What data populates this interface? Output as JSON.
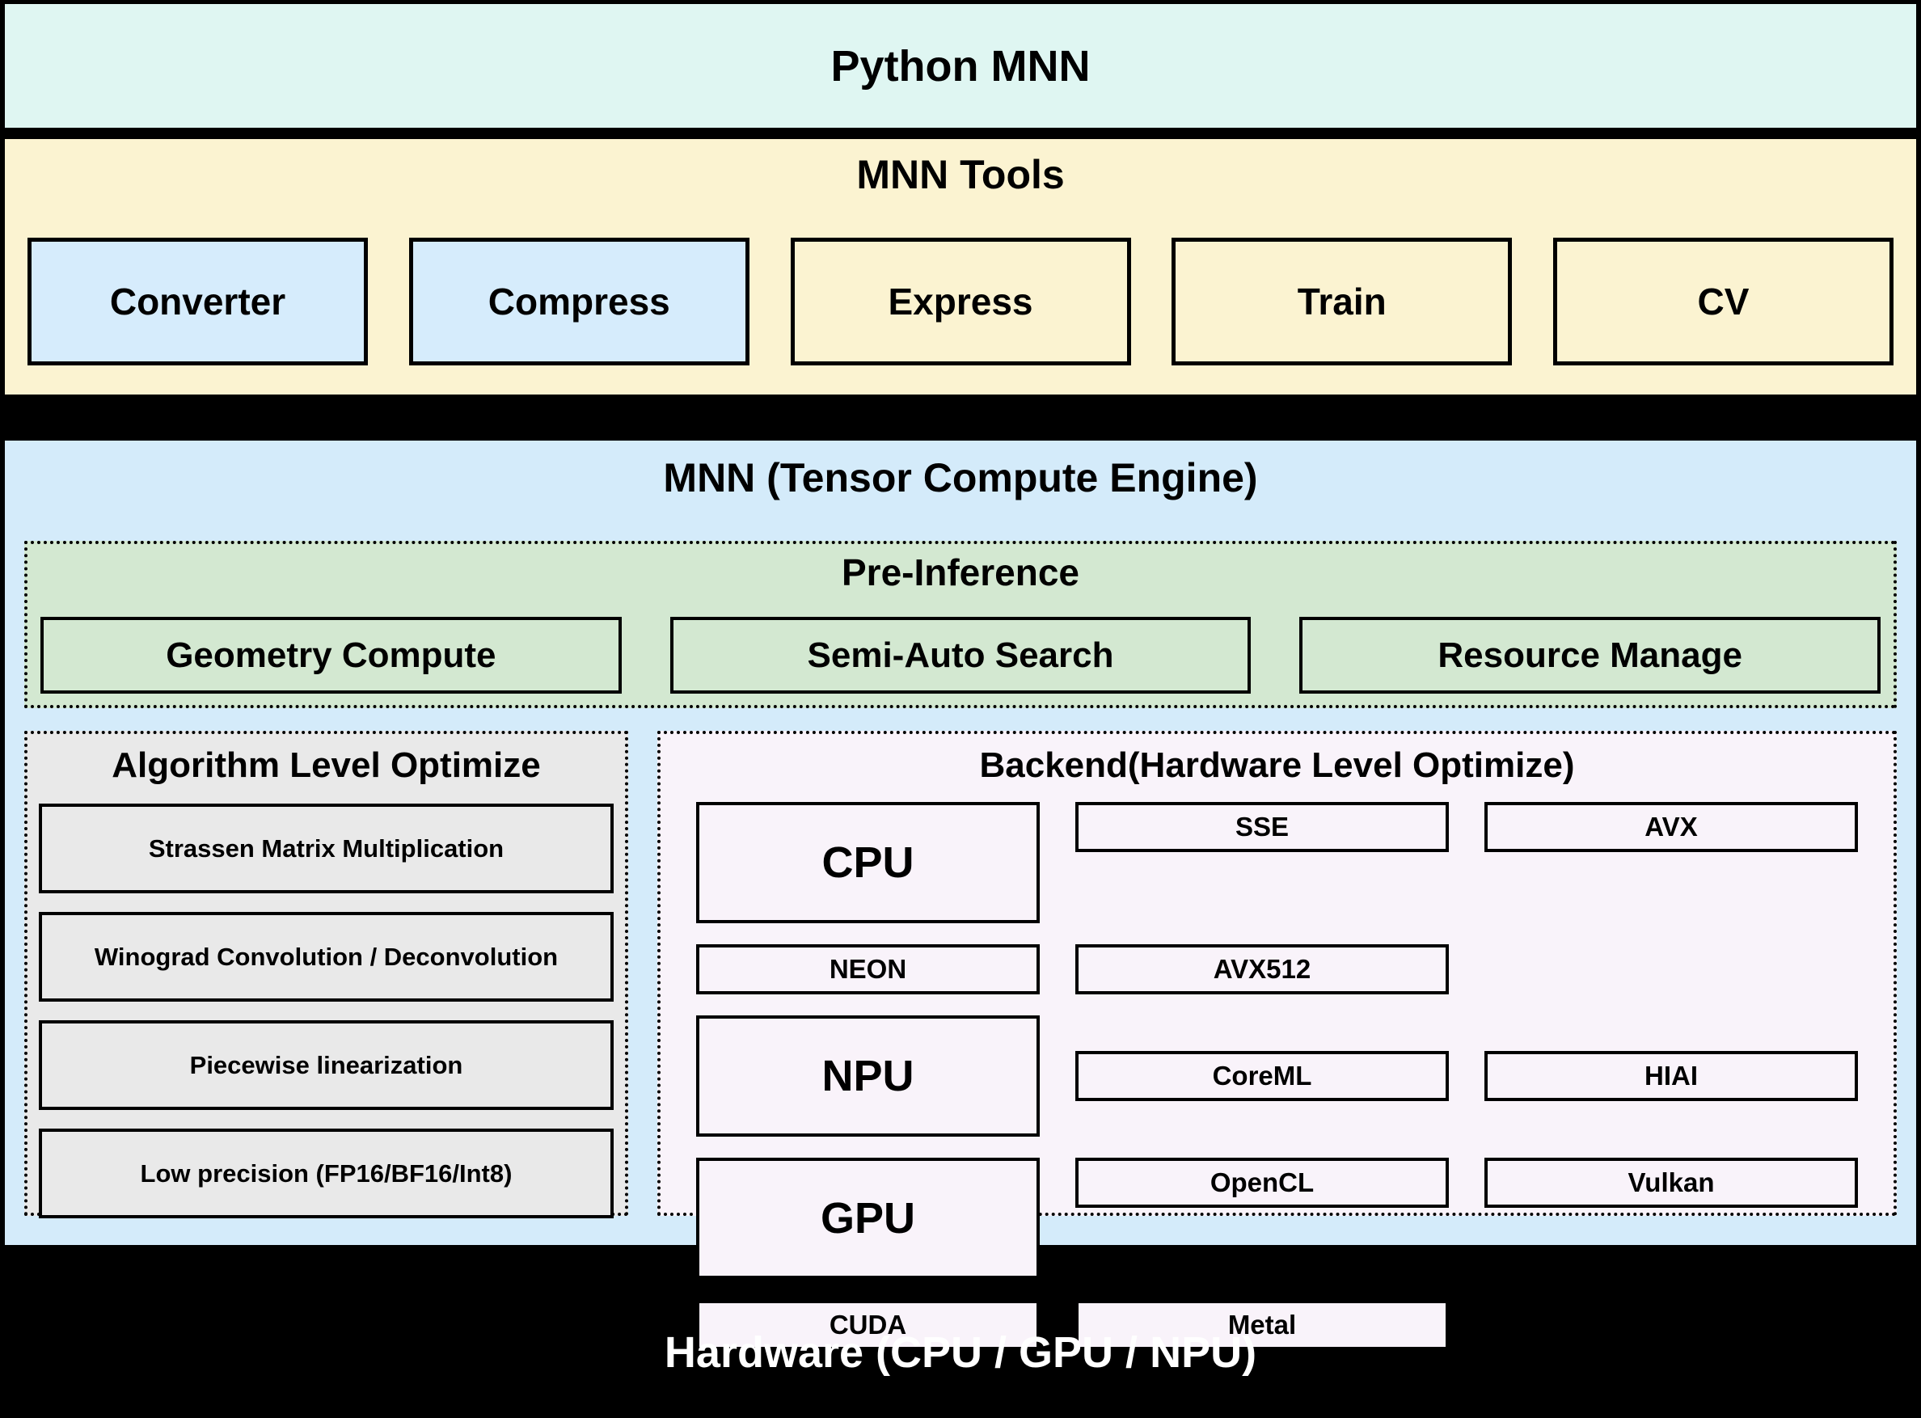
{
  "banner": {
    "title": "Python MNN"
  },
  "tools": {
    "title": "MNN Tools",
    "boxes": [
      {
        "label": "Converter",
        "variant": "blue"
      },
      {
        "label": "Compress",
        "variant": "blue"
      },
      {
        "label": "Express",
        "variant": "yellow"
      },
      {
        "label": "Train",
        "variant": "yellow"
      },
      {
        "label": "CV",
        "variant": "yellow"
      }
    ]
  },
  "engine": {
    "title": "MNN (Tensor Compute Engine)",
    "pre_inference": {
      "title": "Pre-Inference",
      "boxes": [
        {
          "label": "Geometry Compute"
        },
        {
          "label": "Semi-Auto Search"
        },
        {
          "label": "Resource Manage"
        }
      ]
    },
    "algorithm": {
      "title": "Algorithm Level Optimize",
      "boxes": [
        {
          "label": "Strassen Matrix Multiplication"
        },
        {
          "label": "Winograd Convolution / Deconvolution"
        },
        {
          "label": "Piecewise linearization"
        },
        {
          "label": "Low precision (FP16/BF16/Int8)"
        }
      ]
    },
    "backend": {
      "title": "Backend(Hardware Level Optimize)",
      "rows": [
        {
          "processor": "CPU",
          "cells": [
            [
              "SSE",
              "AVX"
            ],
            [
              "NEON",
              "AVX512"
            ]
          ]
        },
        {
          "processor": "NPU",
          "cells": [
            [
              "CoreML",
              "HIAI"
            ]
          ]
        },
        {
          "processor": "GPU",
          "cells": [
            [
              "OpenCL",
              "Vulkan"
            ],
            [
              "CUDA",
              "Metal"
            ]
          ]
        }
      ]
    }
  },
  "hardware": {
    "title": "Hardware (CPU / GPU / NPU)"
  },
  "colors": {
    "frame": "#000000",
    "banner_bg": "#dff6f2",
    "tools_bg": "#fbf3d1",
    "tool_blue": "#d6ecfc",
    "engine_bg": "#d4ebfa",
    "pre_inference_green": "#d3e8d1",
    "algorithm_gray": "#e9e9e9",
    "backend_bg": "#f9f3fa",
    "hardware_text": "#ffffff"
  }
}
